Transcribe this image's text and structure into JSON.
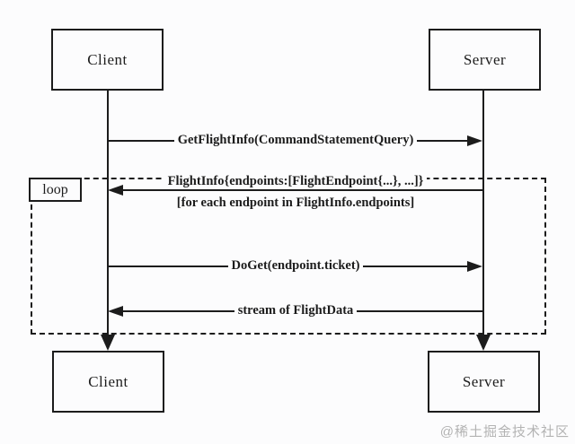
{
  "diagram": {
    "type": "uml-sequence-diagram",
    "actors": {
      "client_top": "Client",
      "server_top": "Server",
      "client_bottom": "Client",
      "server_bottom": "Server"
    },
    "fragment": {
      "operator": "loop",
      "guard": "[for each endpoint in FlightInfo.endpoints]"
    },
    "messages": [
      {
        "label": "GetFlightInfo(CommandStatementQuery)",
        "from": "Client",
        "to": "Server",
        "direction": "right"
      },
      {
        "label": "FlightInfo{endpoints:[FlightEndpoint{...}, ...]}",
        "from": "Server",
        "to": "Client",
        "direction": "left"
      },
      {
        "label": "DoGet(endpoint.ticket)",
        "from": "Client",
        "to": "Server",
        "direction": "right"
      },
      {
        "label": "stream of FlightData",
        "from": "Server",
        "to": "Client",
        "direction": "left"
      }
    ],
    "watermark": "@稀土掘金技术社区",
    "colors": {
      "line": "#1c1c1c",
      "background": "#fcfcfd",
      "watermark": "#b3b3b3"
    }
  }
}
